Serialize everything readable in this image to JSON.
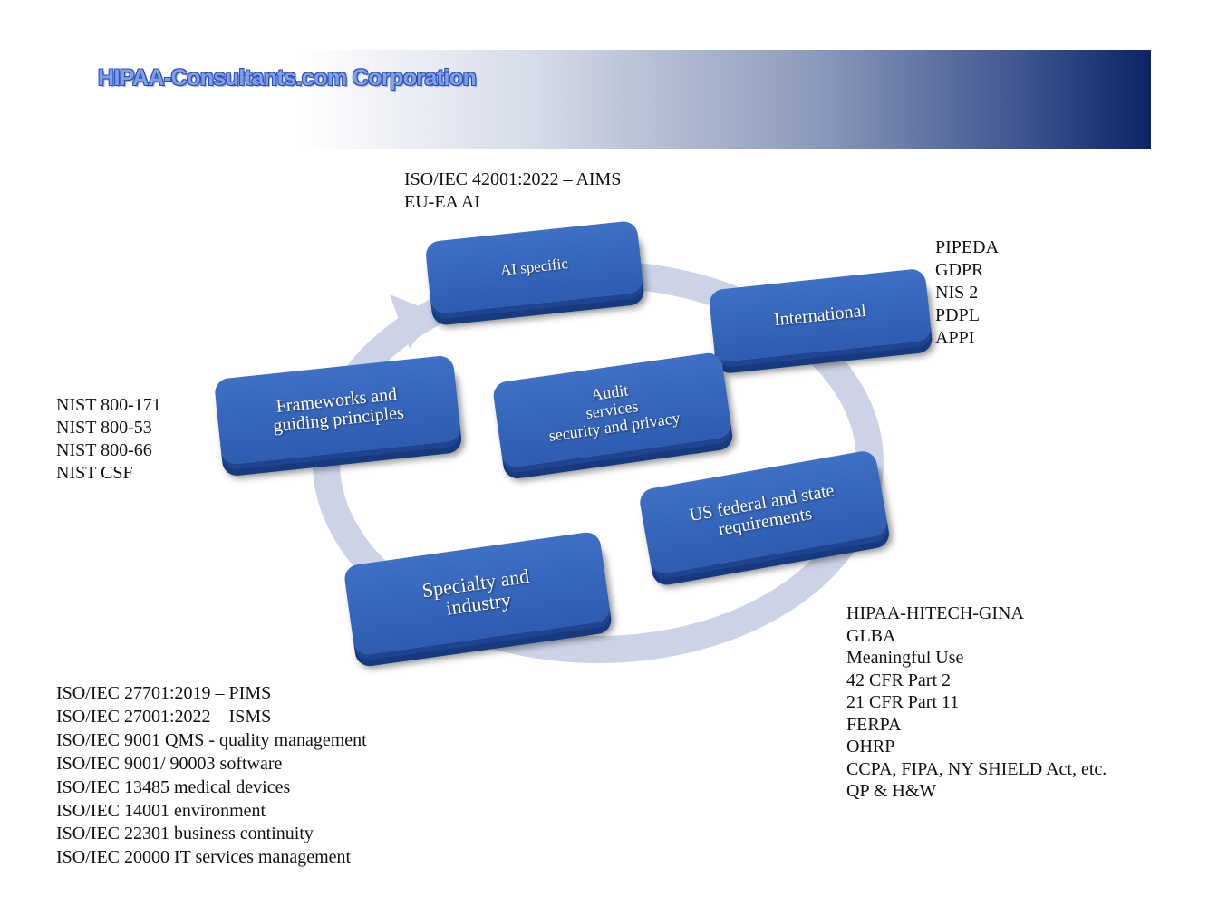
{
  "header": {
    "company": "HIPAA-Consultants.com Corporation"
  },
  "colors": {
    "box_fill": "#2d5cb0",
    "ring": "#ccd3e6",
    "banner_dark": "#0a2466"
  },
  "nodes": {
    "ai": {
      "label": "AI specific"
    },
    "international": {
      "label": "International"
    },
    "frameworks": {
      "lines": [
        "Frameworks and",
        "guiding principles"
      ]
    },
    "audit": {
      "lines": [
        "Audit",
        "services",
        "security and privacy"
      ]
    },
    "us": {
      "lines": [
        "US federal and state",
        "requirements"
      ]
    },
    "specialty": {
      "lines": [
        "Specialty and",
        "industry"
      ]
    }
  },
  "lists": {
    "ai": [
      "ISO/IEC 42001:2022 – AIMS",
      "EU-EA AI"
    ],
    "international": [
      "PIPEDA",
      "GDPR",
      "NIS 2",
      "PDPL",
      "APPI"
    ],
    "frameworks": [
      "NIST 800-171",
      "NIST 800-53",
      "NIST 800-66",
      "NIST CSF"
    ],
    "us": [
      "HIPAA-HITECH-GINA",
      "GLBA",
      "Meaningful Use",
      "42 CFR Part 2",
      "21 CFR Part 11",
      "FERPA",
      "OHRP",
      "CCPA, FIPA, NY SHIELD Act, etc.",
      "QP & H&W"
    ],
    "specialty": [
      "ISO/IEC 27701:2019 – PIMS",
      "ISO/IEC 27001:2022 – ISMS",
      "ISO/IEC 9001 QMS - quality management",
      "ISO/IEC 9001/ 90003 software",
      "ISO/IEC 13485 medical devices",
      "ISO/IEC 14001 environment",
      "ISO/IEC 22301 business continuity",
      "ISO/IEC 20000 IT services management"
    ]
  }
}
